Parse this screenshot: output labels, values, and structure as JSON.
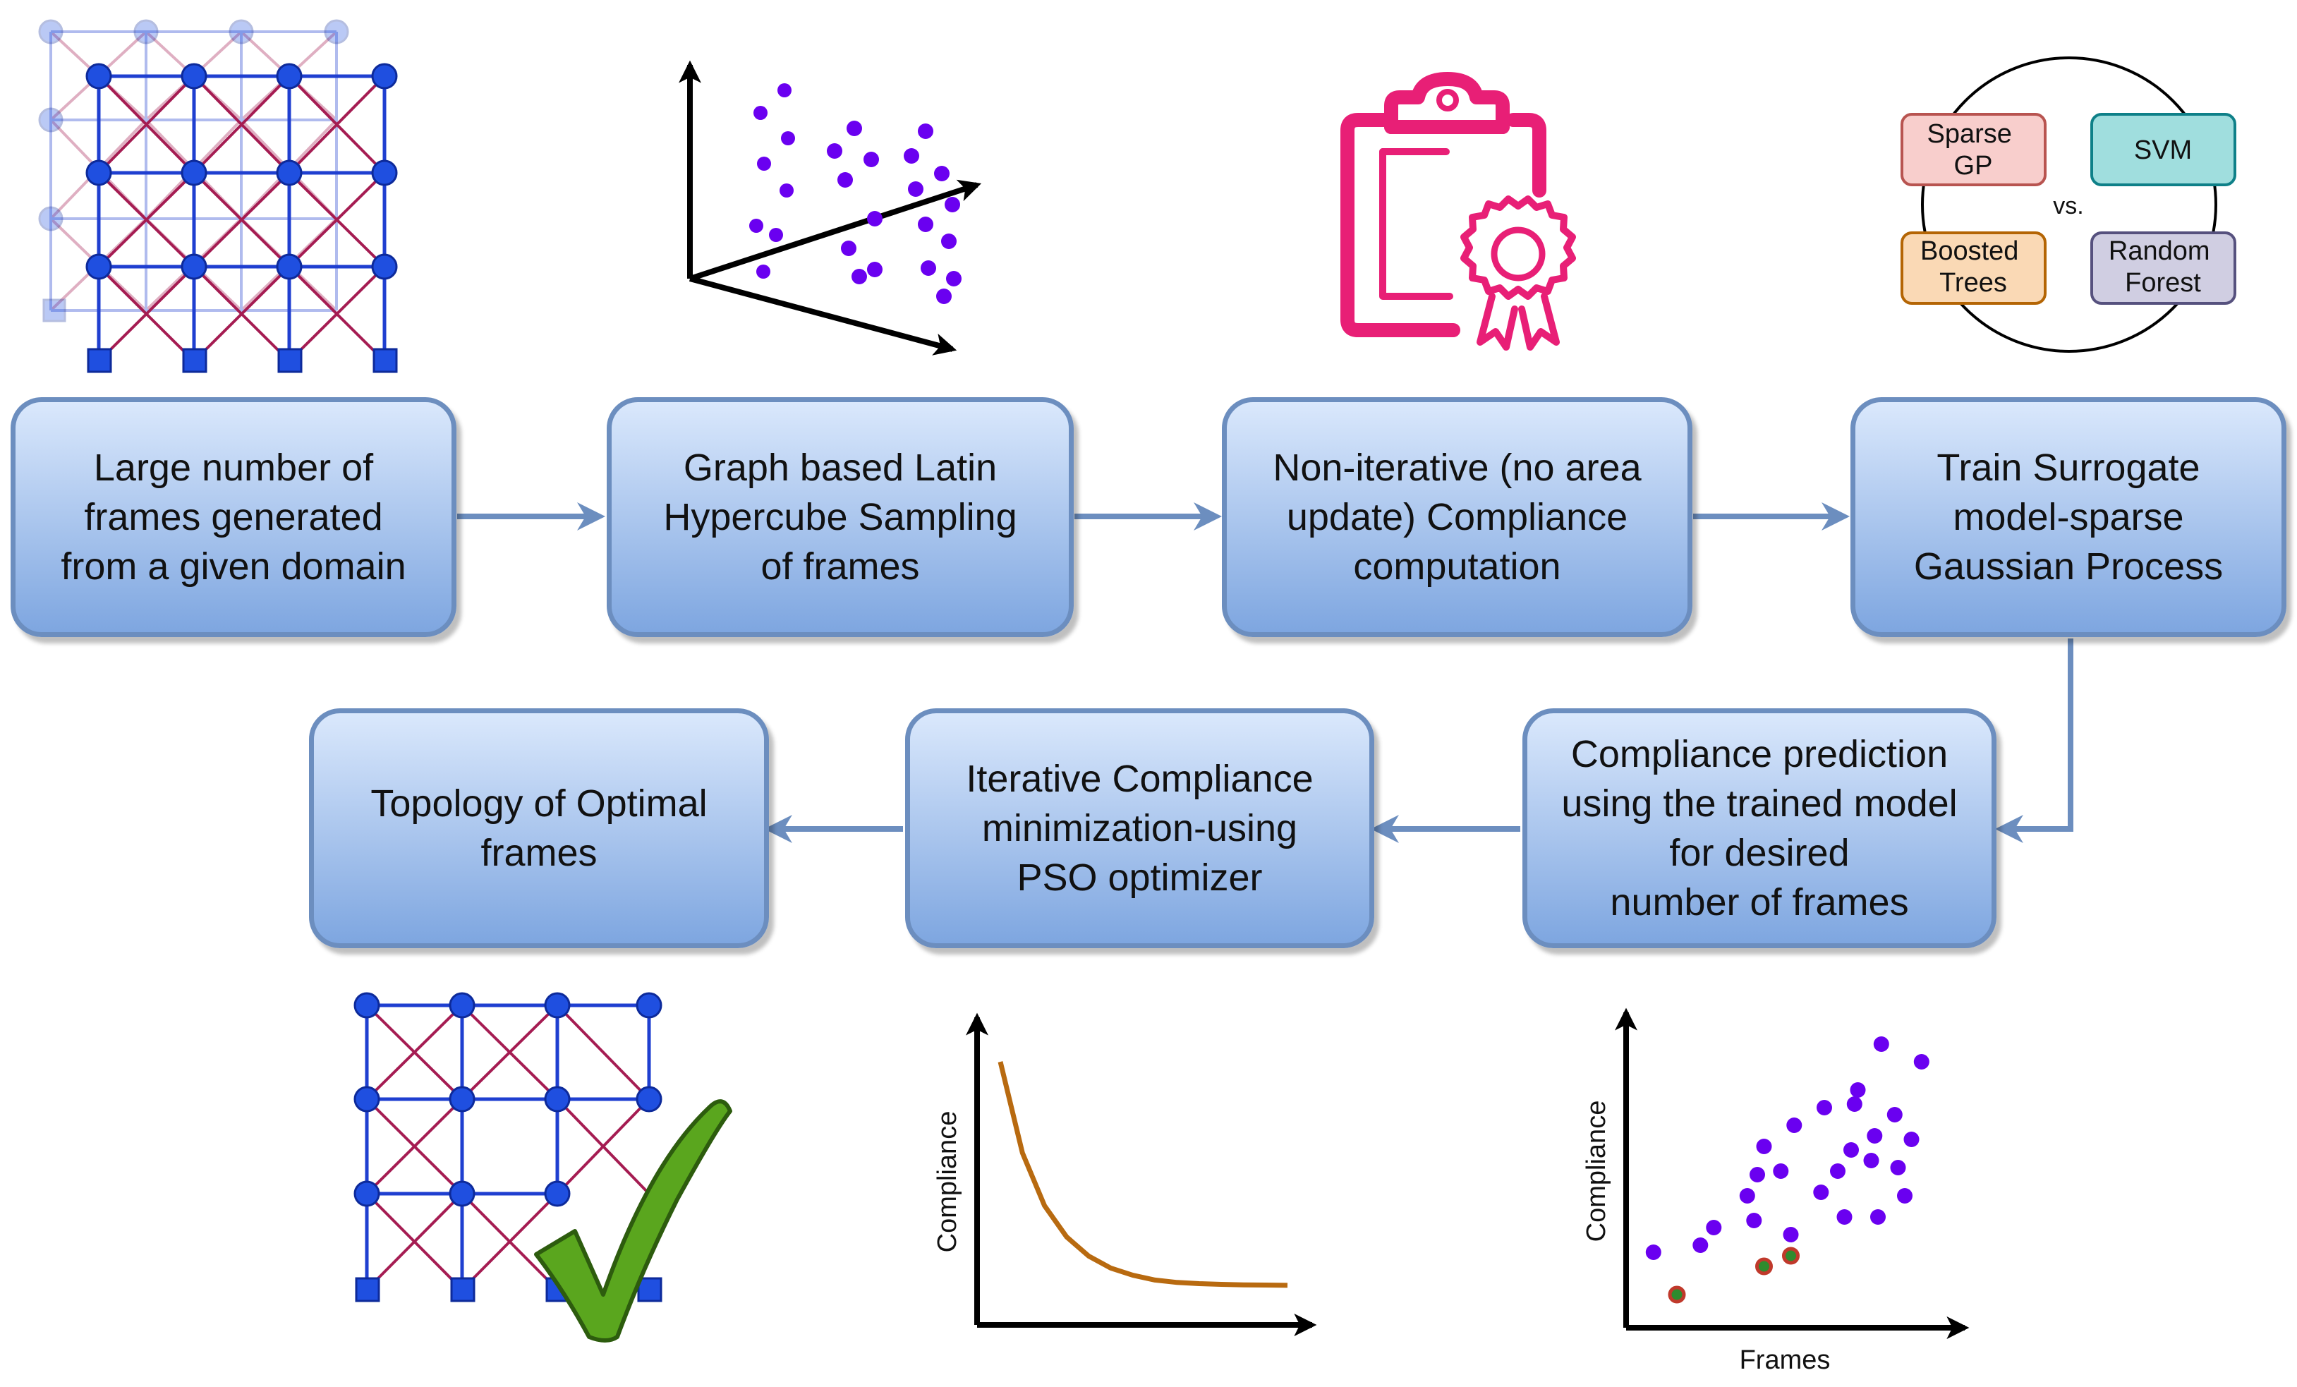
{
  "steps": {
    "s1": "Large number of\nframes generated\nfrom a given domain",
    "s2": "Graph based Latin\nHypercube Sampling\nof frames",
    "s3": "Non-iterative (no area\nupdate) Compliance\ncomputation",
    "s4": "Train Surrogate\nmodel-sparse\nGaussian Process",
    "s5": "Compliance prediction\nusing the trained model\nfor desired\nnumber of frames",
    "s6": "Iterative Compliance\nminimization-using\nPSO optimizer",
    "s7": "Topology of Optimal\nframes"
  },
  "models": {
    "sparse_gp": [
      "Sparse",
      "GP"
    ],
    "svm": "SVM",
    "boosted_trees": [
      "Boosted",
      "Trees"
    ],
    "random_forest": [
      "Random",
      "Forest"
    ],
    "vs": "vs."
  },
  "colors": {
    "box_fill_top": "#dae8fc",
    "box_fill_bottom": "#7ea6e0",
    "box_border": "#6c8ebf",
    "arrow": "#6c8ebf",
    "node": "#1f4fe0",
    "member": "#a51c52",
    "beam": "#1f3fd0",
    "sample_point": "#6a00f0",
    "certificate": "#e81f76",
    "curve": "#b86a10",
    "optimal_point": "#2e8b2e",
    "optimal_point_outline": "#c0392b",
    "check": "#5aa61e",
    "sparse_gp_fill": "#f8cecc",
    "svm_fill": "#a0dede",
    "boosted_fill": "#fad9b5",
    "forest_fill": "#d0cee2"
  },
  "chart_data": [
    {
      "type": "line",
      "title": "",
      "xlabel": "",
      "ylabel": "Compliance",
      "series": [
        {
          "values": [
            100,
            62,
            40,
            27,
            19,
            14,
            11,
            9,
            8,
            7.5,
            7.2,
            7.0,
            6.9,
            6.8
          ]
        }
      ]
    },
    {
      "type": "scatter",
      "title": "",
      "xlabel": "Frames",
      "ylabel": "Compliance",
      "series": [
        {
          "points": [
            [
              5,
              15
            ],
            [
              19,
              17
            ],
            [
              23,
              22
            ],
            [
              33,
              31
            ],
            [
              36,
              37
            ],
            [
              35,
              24
            ],
            [
              38,
              45
            ],
            [
              43,
              38
            ],
            [
              46,
              20
            ],
            [
              47,
              51
            ],
            [
              55,
              32
            ],
            [
              56,
              56
            ],
            [
              60,
              38
            ],
            [
              62,
              25
            ],
            [
              64,
              44
            ],
            [
              65,
              57
            ],
            [
              66,
              61
            ],
            [
              70,
              41
            ],
            [
              71,
              48
            ],
            [
              73,
              74
            ],
            [
              72,
              25
            ],
            [
              77,
              54
            ],
            [
              78,
              39
            ],
            [
              80,
              31
            ],
            [
              82,
              47
            ],
            [
              85,
              69
            ]
          ]
        },
        {
          "points": [
            [
              12,
              3
            ],
            [
              38,
              11
            ],
            [
              46,
              14
            ]
          ]
        }
      ]
    }
  ]
}
